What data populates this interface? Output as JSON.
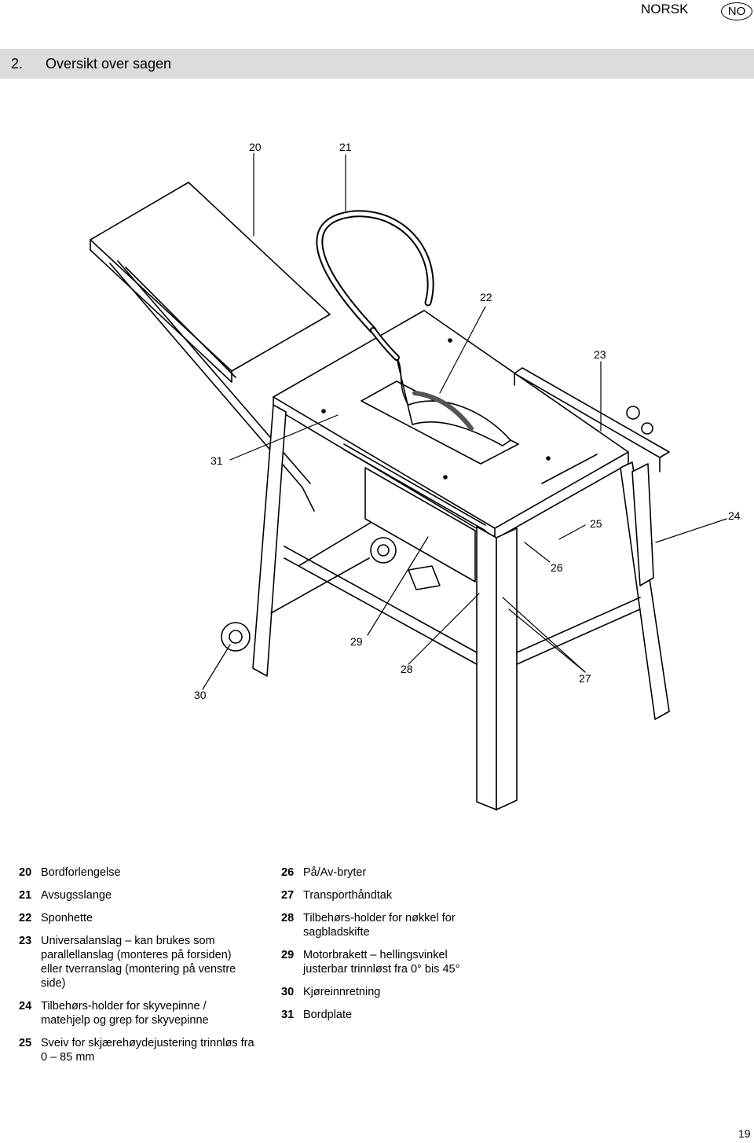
{
  "header": {
    "language": "NORSK",
    "badge": "NO"
  },
  "section": {
    "number": "2.",
    "title": "Oversikt over sagen"
  },
  "callouts": [
    "20",
    "21",
    "22",
    "23",
    "24",
    "25",
    "26",
    "27",
    "28",
    "29",
    "30",
    "31"
  ],
  "legend_left": [
    {
      "num": "20",
      "text": "Bordforlengelse"
    },
    {
      "num": "21",
      "text": "Avsugsslange"
    },
    {
      "num": "22",
      "text": "Sponhette"
    },
    {
      "num": "23",
      "text": "Universalanslag – kan brukes som parallellanslag (monteres på forsiden) eller tverranslag (montering på venstre side)"
    },
    {
      "num": "24",
      "text": "Tilbehørs-holder for skyvepinne / matehjelp og grep for skyvepinne"
    },
    {
      "num": "25",
      "text": "Sveiv for skjærehøydejustering trinnløs fra 0 – 85 mm"
    }
  ],
  "legend_right": [
    {
      "num": "26",
      "text": "På/Av-bryter"
    },
    {
      "num": "27",
      "text": "Transporthåndtak"
    },
    {
      "num": "28",
      "text": "Tilbehørs-holder for nøkkel for sagbladskifte"
    },
    {
      "num": "29",
      "text": "Motorbrakett – hellingsvinkel justerbar trinnløst fra 0° bis 45°"
    },
    {
      "num": "30",
      "text": "Kjøreinnretning"
    },
    {
      "num": "31",
      "text": "Bordplate"
    }
  ],
  "page_number": "19"
}
